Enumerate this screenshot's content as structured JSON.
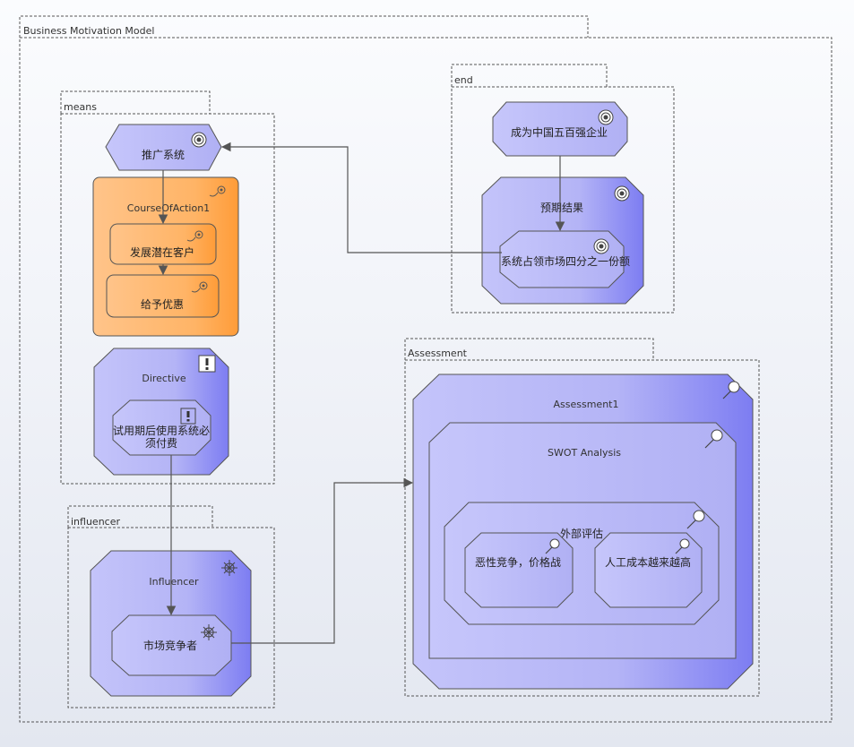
{
  "packages": {
    "bmm": "Business Motivation Model",
    "means": "means",
    "end": "end",
    "influencer": "influencer",
    "assessment": "Assessment"
  },
  "nodes": {
    "strategy": "推广系统",
    "course_of_action": "CourseOfAction1",
    "develop_customers": "发展潜在客户",
    "give_discount": "给予优惠",
    "directive": "Directive",
    "directive_rule": "试用期后使用系统必须付费",
    "directive_rule_line1": "试用期后使用系统必",
    "directive_rule_line2": "须付费",
    "vision": "成为中国五百强企业",
    "desired_result": "预期结果",
    "objective": "系统占领市场四分之一份额",
    "influencer": "Influencer",
    "competitor": "市场竞争者",
    "assessment1": "Assessment1",
    "swot": "SWOT Analysis",
    "external": "外部评估",
    "threat1": "恶性竞争，价格战",
    "threat2": "人工成本越来越高"
  },
  "icons": {
    "goal": "target-icon",
    "course": "course-of-action-icon",
    "directive": "exclamation-icon",
    "influencer": "influencer-icon",
    "assessment": "assessment-icon"
  },
  "colors": {
    "node_fill": "#b6b6f7",
    "node_edge": "#8080f0",
    "course_fill": "#ffb86a",
    "course_edge": "#ff9a3c"
  }
}
